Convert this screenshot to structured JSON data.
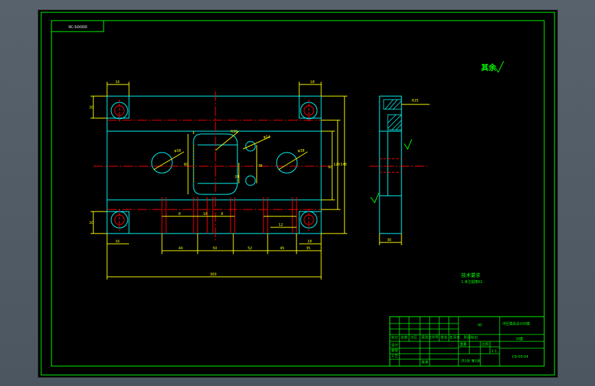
{
  "drawing": {
    "title_tag": "RC-SOODD",
    "roughness_note": "其余",
    "tech_req_title": "技术要求",
    "tech_req_line": "1.未注圆角R1",
    "colors": {
      "border": "#00ff00",
      "outline": "#00ffff",
      "centerline": "#ff0000",
      "dimension": "#ffff00",
      "title_block": "#00ff00",
      "background": "#000000"
    }
  },
  "dimensions": {
    "top_left_width": "16",
    "top_right_width": "18",
    "left_top_height": "20",
    "left_bottom_height": "20",
    "right_height_1": "90",
    "right_height_2": "120",
    "right_height_3": "145",
    "hole_dia_left": "φ38",
    "hole_dia_center": "R30",
    "hole_dia_small": "φ14",
    "hole_dia_right": "φ38",
    "cavity_height": "60",
    "cavity_width": "38",
    "inner_height": "24",
    "pin_spacing_1": "8",
    "pin_spacing_2": "18",
    "pin_spacing_3": "8",
    "pin_spacing_4": "12",
    "bottom_chain_1": "44",
    "bottom_chain_2": "50",
    "bottom_chain_3": "52",
    "bottom_chain_4": "45",
    "bottom_chain_5": "35",
    "bottom_left_offset": "16",
    "bottom_right_offset": "18",
    "overall_length": "300",
    "side_label": "R25",
    "side_width": "30"
  },
  "title_block": {
    "material": "45",
    "title": "冲压模具设计凹模",
    "part_name": "凹模",
    "drawing_no": "CD-05-04",
    "scale": "1:1",
    "sheet": "共1张 第1张",
    "headers": [
      "标记",
      "处数",
      "分区",
      "更改文件号",
      "签名",
      "年月日"
    ],
    "roles": [
      "设计",
      "审核",
      "工艺",
      "批准"
    ],
    "stage_label": "阶段标记",
    "weight_label": "重量",
    "scale_label": "比例"
  }
}
